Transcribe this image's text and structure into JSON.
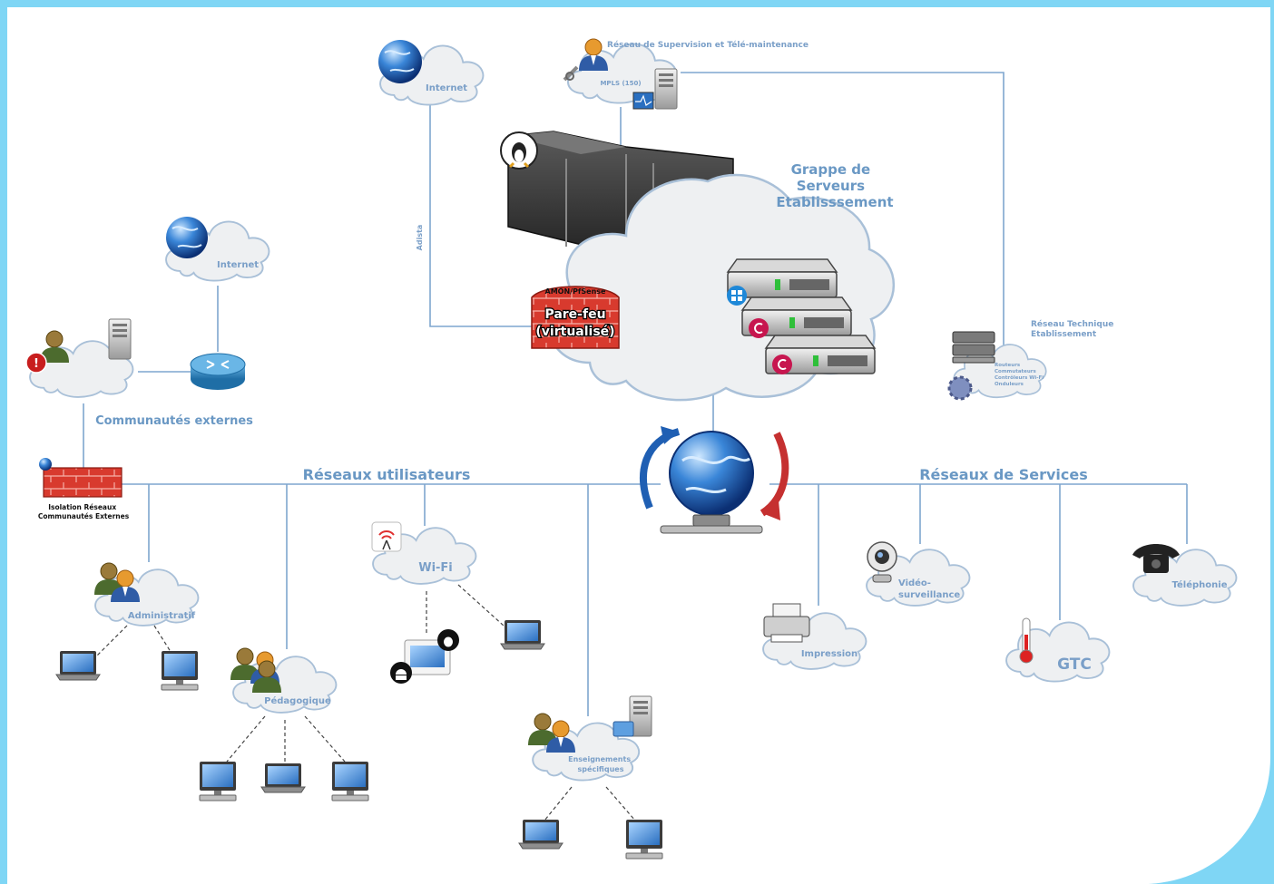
{
  "colors": {
    "page_border": "#7fd6f5",
    "canvas": "#ffffff",
    "link": "#7ea6cf",
    "label": "#7a9fc8",
    "title": "#6a98c4",
    "cloud_fill": "#eef0f2",
    "cloud_stroke": "#a9c0d8",
    "firewall": "#d83a2e"
  },
  "clouds": {
    "internet_top": "Internet",
    "supervision_title": "Réseau de Supervision et Télé-maintenance",
    "mpls": "MPLS (150)",
    "cluster_title": [
      "Grappe de",
      "Serveurs",
      "Etablisssement"
    ],
    "internet_left": "Internet",
    "communautes": "Communautés externes",
    "reseau_technique_title": [
      "Réseau Technique",
      "Etablissement"
    ],
    "reseau_technique_items": [
      "Routeurs",
      "Commutateurs",
      "Contrôleurs Wi-Fi",
      "Onduleurs"
    ],
    "wifi": "Wi-Fi",
    "administratif": "Administratif",
    "pedagogique": "Pédagogique",
    "enseignements": [
      "Enseignements",
      "spécifiques"
    ],
    "impression": "Impression",
    "video": [
      "Vidéo-",
      "surveillance"
    ],
    "gtc": "GTC",
    "telephonie": "Téléphonie"
  },
  "firewall": {
    "header": "AMON/PfSense",
    "line1": "Pare-feu",
    "line2": "(virtualisé)"
  },
  "isolation": [
    "Isolation Réseaux",
    "Communautés Externes"
  ],
  "link_labels": {
    "adista": "Adista"
  },
  "sections": {
    "users": "Réseaux utilisateurs",
    "services": "Réseaux de Services"
  },
  "icons": {
    "globe": "globe-icon",
    "linux": "tux-icon",
    "windows": "windows-icon",
    "debian": "debian-icon",
    "router": "router-icon",
    "apple": "apple-icon",
    "android": "android-icon"
  }
}
